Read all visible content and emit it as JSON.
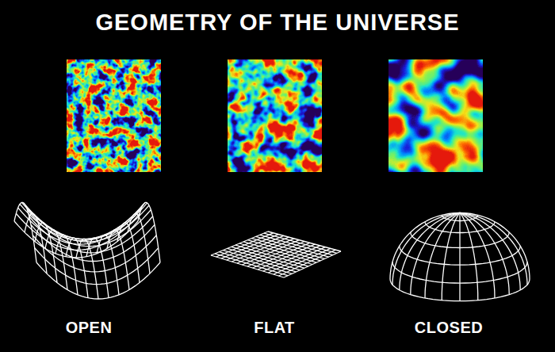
{
  "diagram": {
    "title": "GEOMETRY OF THE UNIVERSE",
    "labels": [
      "OPEN",
      "FLAT",
      "CLOSED"
    ]
  }
}
